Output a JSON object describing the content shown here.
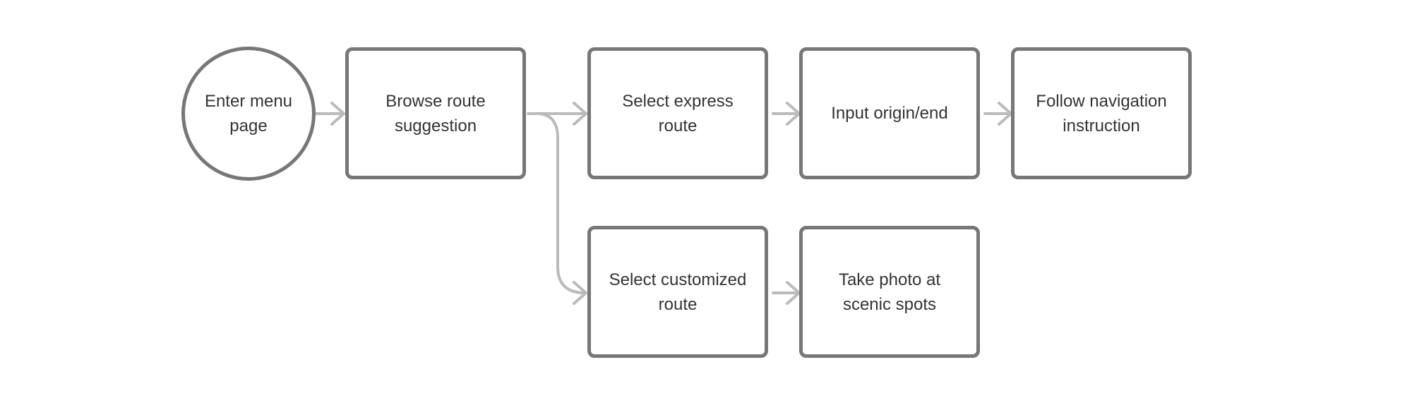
{
  "colors": {
    "node_border": "#777777",
    "connector": "#bbbbbb",
    "text": "#333333",
    "background": "#ffffff"
  },
  "nodes": [
    {
      "id": "enter-menu-page",
      "shape": "circle",
      "label": "Enter menu\npage"
    },
    {
      "id": "browse-route-suggestion",
      "shape": "rect",
      "label": "Browse route\nsuggestion"
    },
    {
      "id": "select-express-route",
      "shape": "rect",
      "label": "Select express\nroute"
    },
    {
      "id": "input-origin-end",
      "shape": "rect",
      "label": "Input origin/end"
    },
    {
      "id": "follow-navigation-instruction",
      "shape": "rect",
      "label": "Follow navigation\ninstruction"
    },
    {
      "id": "select-customized-route",
      "shape": "rect",
      "label": "Select customized\nroute"
    },
    {
      "id": "take-photo-at-scenic-spots",
      "shape": "rect",
      "label": "Take photo at\nscenic spots"
    }
  ],
  "edges": [
    {
      "from": "enter-menu-page",
      "to": "browse-route-suggestion"
    },
    {
      "from": "browse-route-suggestion",
      "to": "select-express-route"
    },
    {
      "from": "select-express-route",
      "to": "input-origin-end"
    },
    {
      "from": "input-origin-end",
      "to": "follow-navigation-instruction"
    },
    {
      "from": "browse-route-suggestion",
      "to": "select-customized-route"
    },
    {
      "from": "select-customized-route",
      "to": "take-photo-at-scenic-spots"
    }
  ]
}
